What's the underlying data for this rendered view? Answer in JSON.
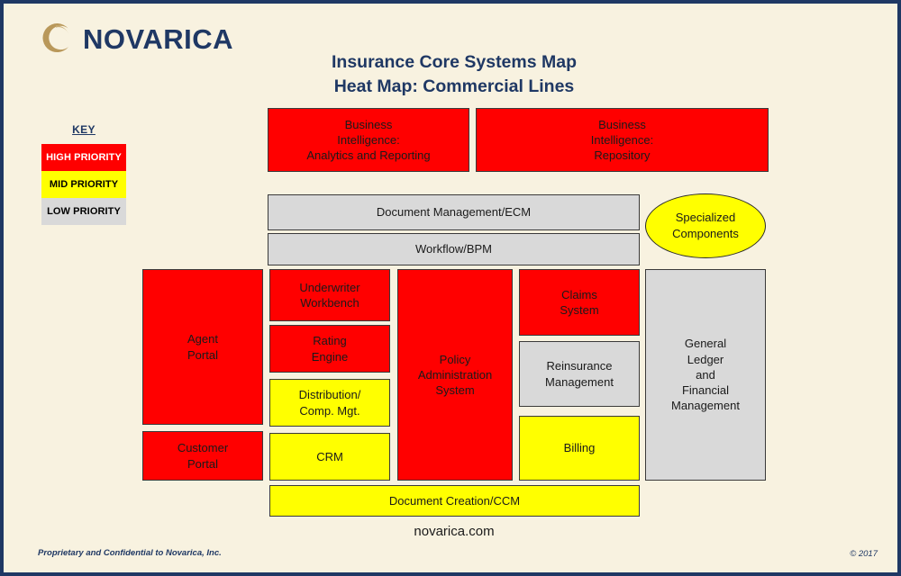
{
  "brand": {
    "name": "NOVARICA",
    "logo_icon": "novarica-ring-logo",
    "navy": "#1f3864",
    "gold": "#b9985a",
    "background": "#f8f2e0"
  },
  "title": {
    "line1": "Insurance Core Systems Map",
    "line2": "Heat Map: Commercial Lines"
  },
  "key": {
    "heading": "KEY",
    "items": [
      {
        "label": "HIGH PRIORITY",
        "color": "#ff0000",
        "text_color": "#ffffff",
        "level": "high"
      },
      {
        "label": "MID PRIORITY",
        "color": "#ffff00",
        "text_color": "#000000",
        "level": "mid"
      },
      {
        "label": "LOW PRIORITY",
        "color": "#d9d9d9",
        "text_color": "#000000",
        "level": "low"
      }
    ]
  },
  "map": {
    "bi_analytics": {
      "label": "Business\nIntelligence:\nAnalytics and Reporting",
      "priority": "high"
    },
    "bi_repository": {
      "label": "Business\nIntelligence:\nRepository",
      "priority": "high"
    },
    "document_management": {
      "label": "Document Management/ECM",
      "priority": "low"
    },
    "workflow": {
      "label": "Workflow/BPM",
      "priority": "low"
    },
    "specialized_components": {
      "label": "Specialized\nComponents",
      "priority": "mid"
    },
    "agent_portal": {
      "label": "Agent\nPortal",
      "priority": "high"
    },
    "customer_portal": {
      "label": "Customer\nPortal",
      "priority": "high"
    },
    "underwriter_workbench": {
      "label": "Underwriter\nWorkbench",
      "priority": "high"
    },
    "rating_engine": {
      "label": "Rating\nEngine",
      "priority": "high"
    },
    "distribution_comp": {
      "label": "Distribution/\nComp. Mgt.",
      "priority": "mid"
    },
    "crm": {
      "label": "CRM",
      "priority": "mid"
    },
    "policy_admin": {
      "label": "Policy\nAdministration\nSystem",
      "priority": "high"
    },
    "claims_system": {
      "label": "Claims\nSystem",
      "priority": "high"
    },
    "reinsurance_management": {
      "label": "Reinsurance\nManagement",
      "priority": "low"
    },
    "billing": {
      "label": "Billing",
      "priority": "mid"
    },
    "general_ledger": {
      "label": "General\nLedger\nand\nFinancial\nManagement",
      "priority": "low"
    },
    "document_creation": {
      "label": "Document Creation/CCM",
      "priority": "mid"
    }
  },
  "footer": {
    "site": "novarica.com",
    "confidential": "Proprietary and Confidential to Novarica, Inc.",
    "copyright": "© 2017"
  }
}
